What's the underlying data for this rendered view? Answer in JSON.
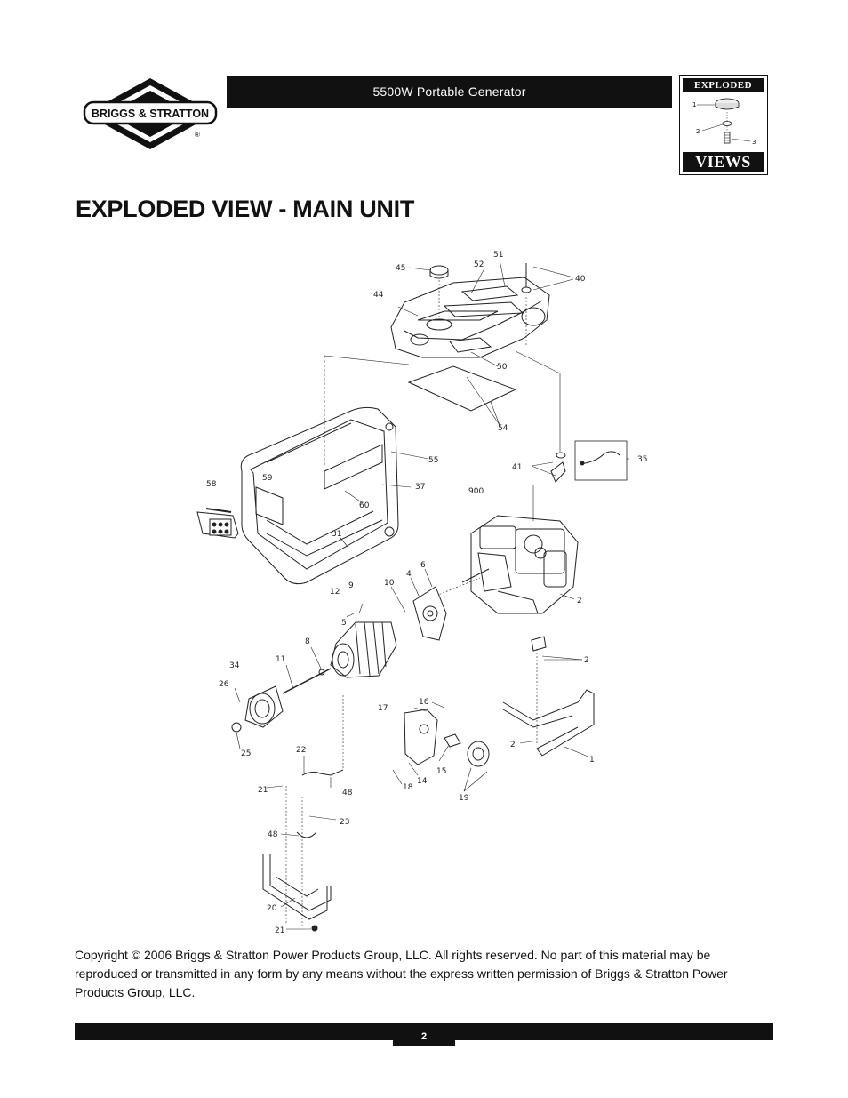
{
  "brand": {
    "logo_text": "BRIGGS & STRATTON",
    "registered_mark": "®"
  },
  "header": {
    "title": "5500W Portable Generator"
  },
  "badge": {
    "top_word": "EXPLODED",
    "bottom_word": "VIEWS",
    "callouts": [
      "1",
      "2",
      "3"
    ]
  },
  "page_title": "EXPLODED VIEW - MAIN UNIT",
  "diagram": {
    "callouts": {
      "c1": "1",
      "c2a": "2",
      "c2b": "2",
      "c2c": "2",
      "c4": "4",
      "c5": "5",
      "c6": "6",
      "c8": "8",
      "c9": "9",
      "c10": "10",
      "c11": "11",
      "c12": "12",
      "c14": "14",
      "c15": "15",
      "c16": "16",
      "c17": "17",
      "c18": "18",
      "c19": "19",
      "c20": "20",
      "c21a": "21",
      "c21b": "21",
      "c22": "22",
      "c23": "23",
      "c25": "25",
      "c26": "26",
      "c31": "31",
      "c34": "34",
      "c35": "35",
      "c37": "37",
      "c40": "40",
      "c41": "41",
      "c44": "44",
      "c45": "45",
      "c48a": "48",
      "c48b": "48",
      "c50": "50",
      "c51": "51",
      "c52": "52",
      "c54": "54",
      "c55": "55",
      "c58": "58",
      "c59": "59",
      "c60": "60",
      "c900": "900"
    }
  },
  "copyright": "Copyright © 2006 Briggs & Stratton Power Products Group, LLC.  All rights reserved.  No part of this material may be reproduced or transmitted in any form by any means without the express written permission of Briggs & Stratton Power Products Group, LLC.",
  "footer": {
    "page_number": "2"
  }
}
